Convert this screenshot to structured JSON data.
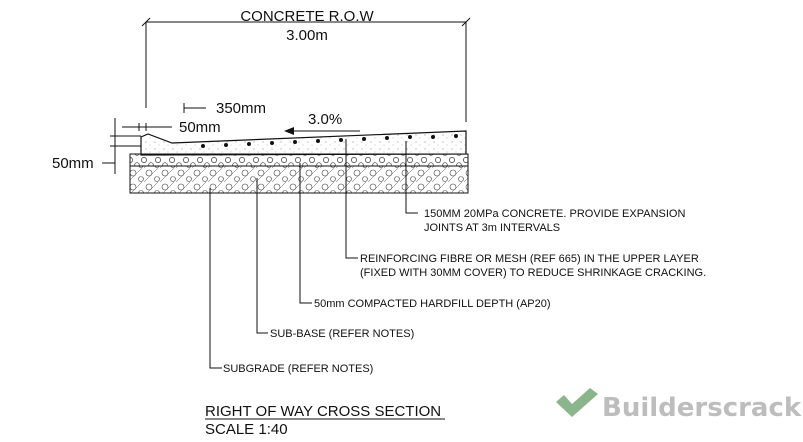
{
  "dimensions": {
    "row_label": "CONCRETE R.O.W",
    "row_width": "3.00m",
    "d_350": "350mm",
    "d_50_top": "50mm",
    "d_50_side": "50mm",
    "slope": "3.0%"
  },
  "notes": [
    {
      "lines": [
        "150MM 20MPa CONCRETE. PROVIDE EXPANSION",
        "JOINTS AT 3m INTERVALS"
      ]
    },
    {
      "lines": [
        "REINFORCING FIBRE OR MESH (REF 665) IN THE UPPER LAYER",
        "(FIXED WITH 30MM COVER) TO REDUCE SHRINKAGE CRACKING."
      ]
    },
    {
      "lines": [
        "50mm COMPACTED HARDFILL DEPTH (AP20)"
      ]
    },
    {
      "lines": [
        "SUB-BASE (REFER NOTES)"
      ]
    },
    {
      "lines": [
        "SUBGRADE (REFER NOTES)"
      ]
    }
  ],
  "title": {
    "main": "RIGHT OF WAY CROSS SECTION",
    "scale": "SCALE 1:40"
  },
  "watermark": {
    "text": "Builderscrack",
    "icon": "checkmark-logo-icon"
  },
  "colors": {
    "line": "#111111",
    "watermark": "#bdbdbd"
  }
}
